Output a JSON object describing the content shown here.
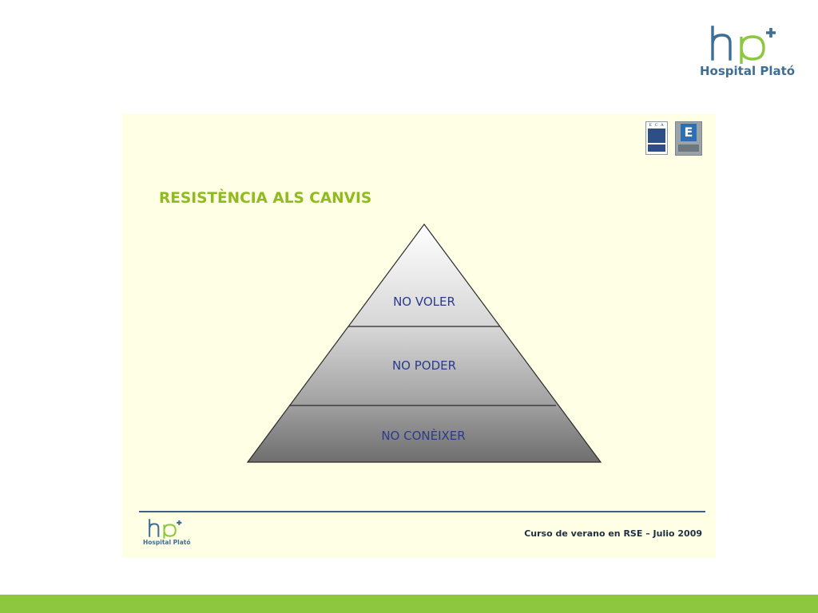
{
  "header": {
    "logo_name": "Hospital Plató"
  },
  "slide": {
    "title": "RESISTÈNCIA ALS CANVIS",
    "pyramid": {
      "levels": [
        "NO VOLER",
        "NO PODER",
        "NO CONÈIXER"
      ]
    },
    "badges": {
      "eca_text": "E C A"
    },
    "footer": {
      "logo_name": "Hospital Plató",
      "course_text": "Curso de verano en RSE – Julio 2009"
    }
  },
  "colors": {
    "title_green": "#8fbb1e",
    "brand_blue": "#3f6e94",
    "label_blue": "#2b3a8c",
    "slide_bg": "#ffffe6",
    "bottom_bar": "#8dc63f"
  }
}
